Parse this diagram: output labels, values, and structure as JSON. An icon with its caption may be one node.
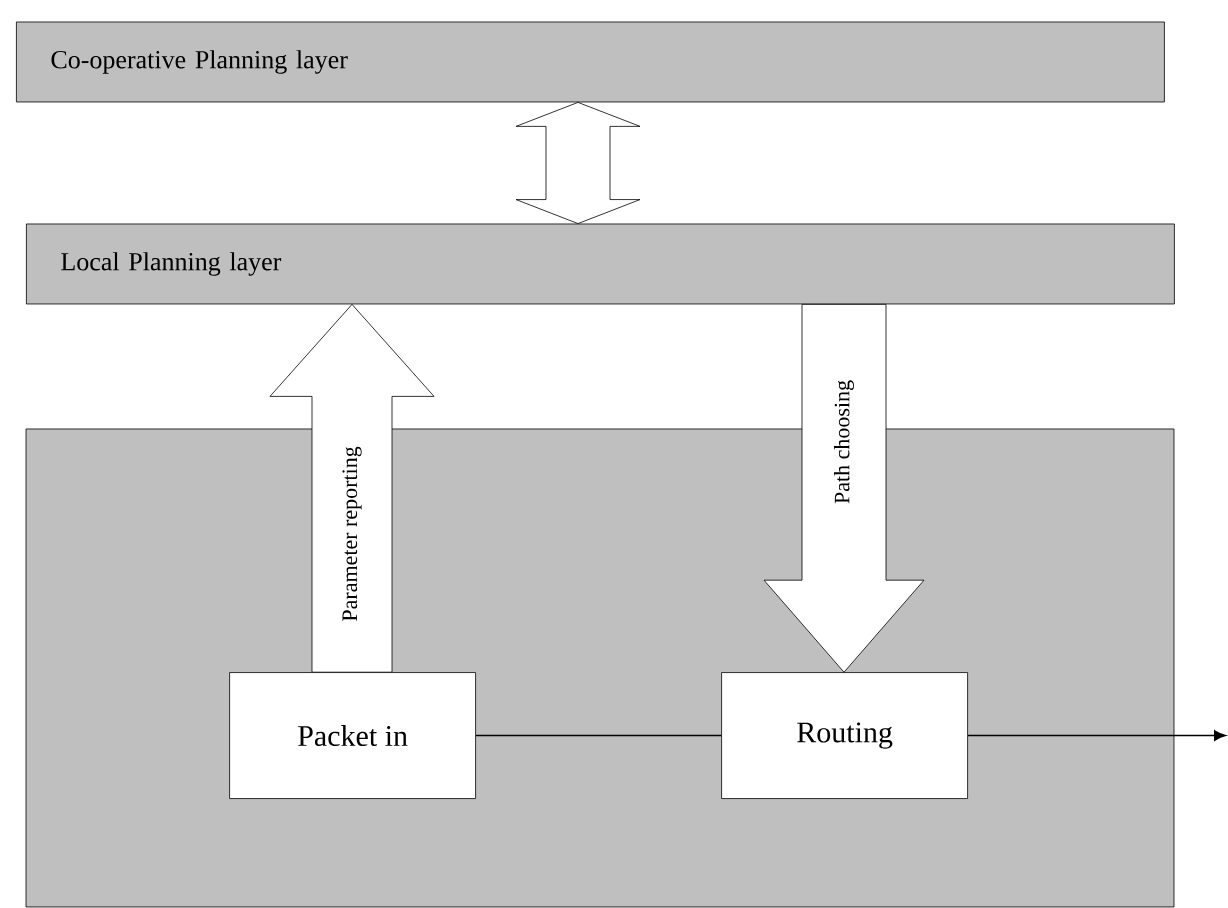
{
  "diagram": {
    "nodes": [
      {
        "text": [
          "Co-operative Planning layer"
        ]
      },
      {
        "text": [
          "Local Planning layer"
        ]
      },
      {
        "text": [],
        "shape": "box"
      },
      {
        "text": [
          "Packet in"
        ],
        "in": 2
      },
      {
        "text": [
          "Routing"
        ],
        "in": 2
      }
    ],
    "edges": [
      {
        "from": 0,
        "to": 1,
        "arrow": "both"
      },
      {
        "from": 3,
        "to": 1,
        "arrow": "to",
        "label": "Parameter reporting"
      },
      {
        "from": 1,
        "to": 4,
        "arrow": "to",
        "label": "Path choosing"
      },
      {
        "from": 3,
        "to": 4,
        "arrow": "none"
      },
      {
        "from": 4,
        "to": null,
        "arrow": "to"
      }
    ]
  }
}
